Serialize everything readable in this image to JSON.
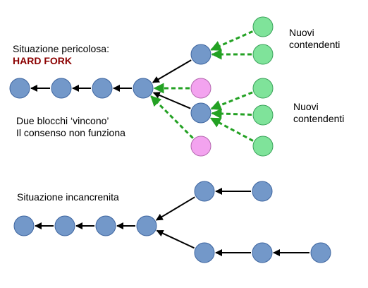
{
  "colors": {
    "block": "#7398c9",
    "block_stroke": "#3f66a0",
    "candidate": "#7fe39a",
    "candidate_stroke": "#3aa25a",
    "orphan": "#f3a3ef",
    "orphan_stroke": "#b569b0",
    "arrow": "#000000",
    "dashed_arrow": "#23a123",
    "hard_fork": "#8b0000"
  },
  "upper": {
    "title": "Situazione pericolosa:",
    "hard_fork": "HARD FORK",
    "winners_line1": "Due blocchi ‘vincono’",
    "winners_line2": "Il consenso non funziona",
    "contenders_top_line1": "Nuovi",
    "contenders_top_line2": "contendenti",
    "contenders_bottom_line1": "Nuovi",
    "contenders_bottom_line2": "contendenti"
  },
  "lower": {
    "title": "Situazione incancrenita"
  }
}
